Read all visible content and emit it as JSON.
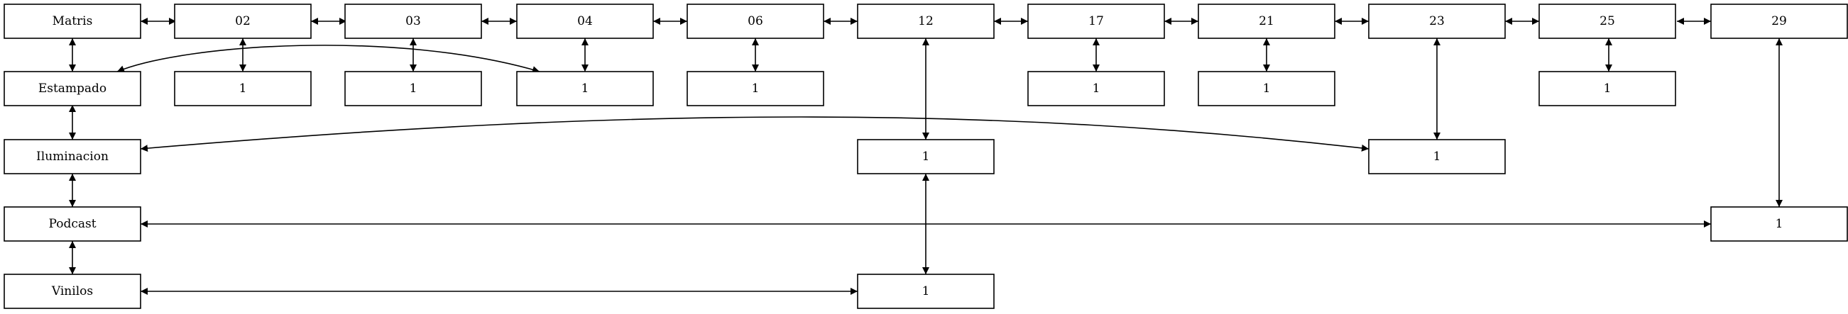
{
  "nodes": {
    "matris": "Matris",
    "n02": "02",
    "n03": "03",
    "n04": "04",
    "n06": "06",
    "n12": "12",
    "n17": "17",
    "n21": "21",
    "n23": "23",
    "n25": "25",
    "n29": "29",
    "estampado": "Estampado",
    "iluminacion": "Iluminacion",
    "podcast": "Podcast",
    "vinilos": "Vinilos",
    "c02": "1",
    "c03": "1",
    "c04": "1",
    "c06": "1",
    "c17": "1",
    "c21": "1",
    "c25": "1",
    "c12a": "1",
    "c23": "1",
    "c29": "1",
    "c12b": "1"
  },
  "colors": {
    "stroke": "#000000",
    "fill": "#ffffff",
    "background": "#ffffff"
  }
}
